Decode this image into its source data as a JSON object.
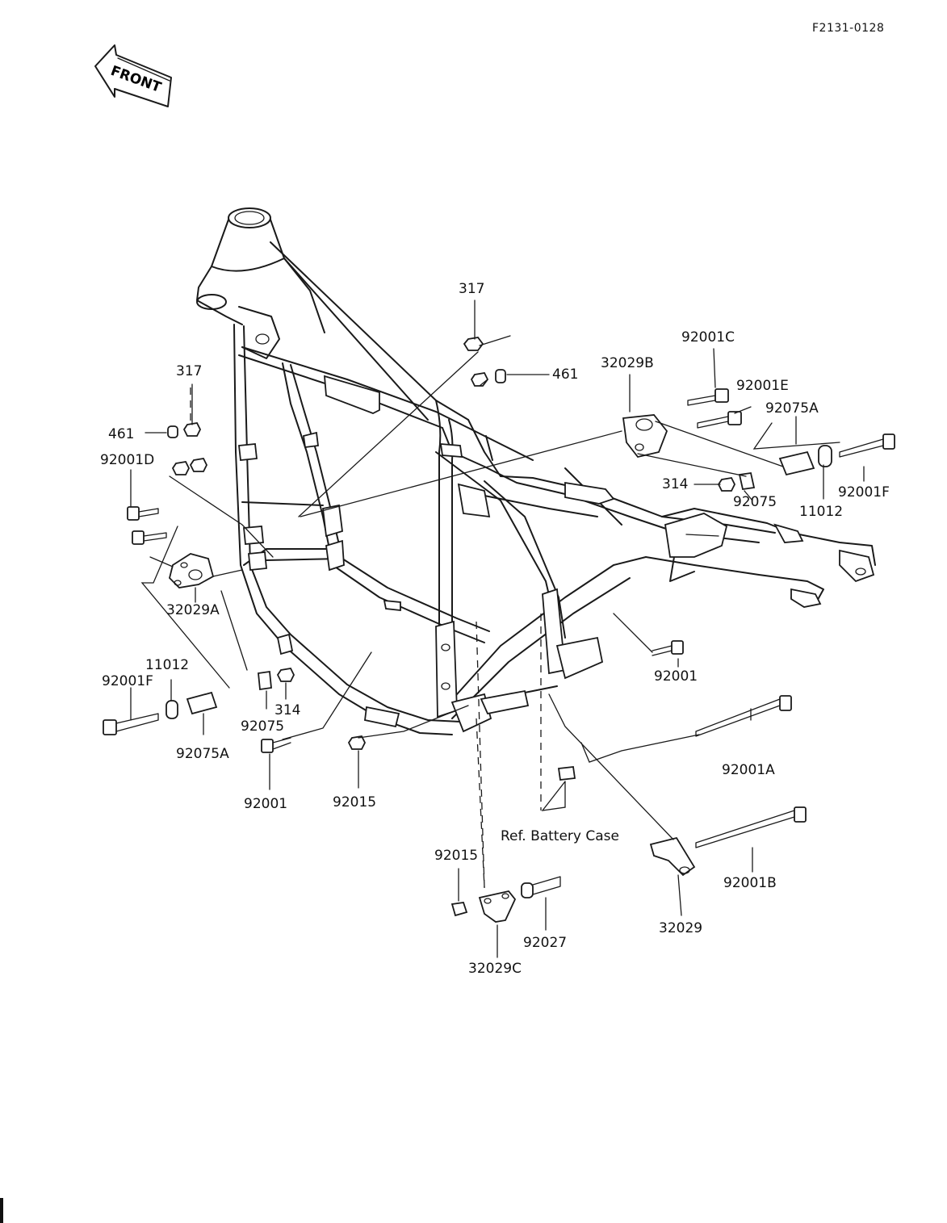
{
  "document_id": "F2131-0128",
  "direction_arrow": {
    "label": "FRONT",
    "icon": "front-arrow-icon"
  },
  "callouts": [
    {
      "id": "c-317-top",
      "text": "317"
    },
    {
      "id": "c-461-top",
      "text": "461"
    },
    {
      "id": "c-92001C",
      "text": "92001C"
    },
    {
      "id": "c-32029B",
      "text": "32029B"
    },
    {
      "id": "c-92001E",
      "text": "92001E"
    },
    {
      "id": "c-92075A-right",
      "text": "92075A"
    },
    {
      "id": "c-317-left",
      "text": "317"
    },
    {
      "id": "c-461-left",
      "text": "461"
    },
    {
      "id": "c-92001D",
      "text": "92001D"
    },
    {
      "id": "c-314-right",
      "text": "314"
    },
    {
      "id": "c-92075-right",
      "text": "92075"
    },
    {
      "id": "c-11012-right",
      "text": "11012"
    },
    {
      "id": "c-92001F-right",
      "text": "92001F"
    },
    {
      "id": "c-32029A",
      "text": "32029A"
    },
    {
      "id": "c-11012-left",
      "text": "11012"
    },
    {
      "id": "c-92001F-left",
      "text": "92001F"
    },
    {
      "id": "c-314-left",
      "text": "314"
    },
    {
      "id": "c-92075-left",
      "text": "92075"
    },
    {
      "id": "c-92075A-left",
      "text": "92075A"
    },
    {
      "id": "c-92001-right",
      "text": "92001"
    },
    {
      "id": "c-92001-left",
      "text": "92001"
    },
    {
      "id": "c-92015-mid",
      "text": "92015"
    },
    {
      "id": "c-92001A",
      "text": "92001A"
    },
    {
      "id": "c-ref-battery",
      "text": "Ref. Battery Case"
    },
    {
      "id": "c-92015-low",
      "text": "92015"
    },
    {
      "id": "c-92001B",
      "text": "92001B"
    },
    {
      "id": "c-92027",
      "text": "92027"
    },
    {
      "id": "c-32029",
      "text": "32029"
    },
    {
      "id": "c-32029C",
      "text": "32029C"
    }
  ]
}
